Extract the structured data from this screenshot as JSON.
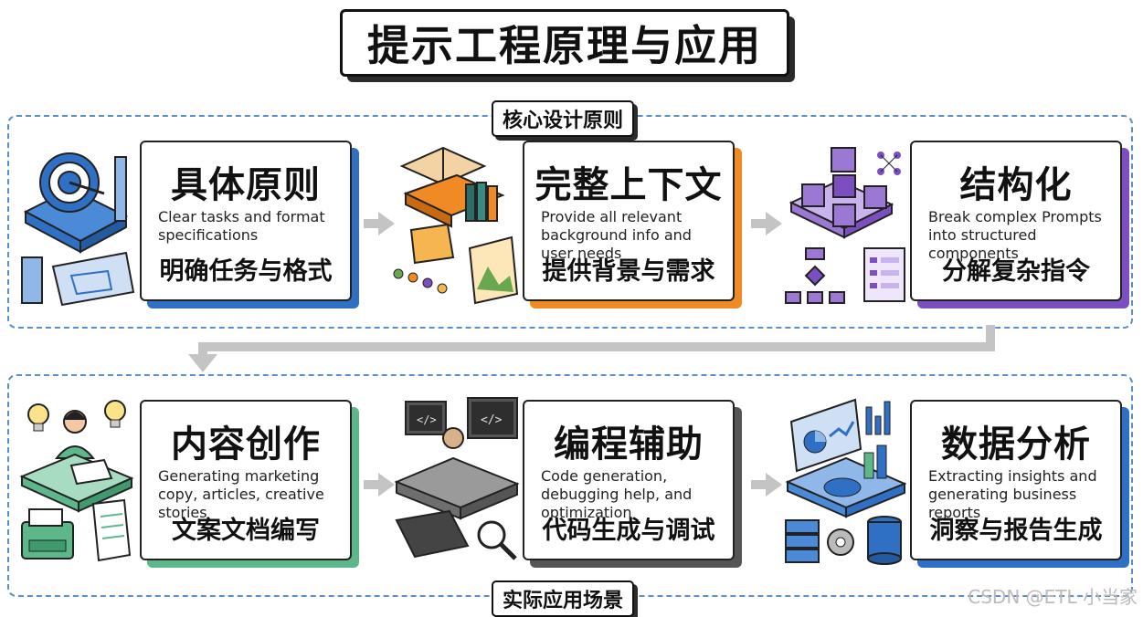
{
  "title": "提示工程原理与应用",
  "sections": {
    "top_label": "核心设计原则",
    "bottom_label": "实际应用场景"
  },
  "principles": [
    {
      "title": "具体原则",
      "desc": "Clear tasks and format specifications",
      "zh": "明确任务与格式",
      "accent": "#2f6fc4"
    },
    {
      "title": "完整上下文",
      "desc": "Provide all relevant background info and user needs",
      "zh": "提供背景与需求",
      "accent": "#f08a24"
    },
    {
      "title": "结构化",
      "desc": "Break complex Prompts into structured components",
      "zh": "分解复杂指令",
      "accent": "#7b4fc0"
    }
  ],
  "applications": [
    {
      "title": "内容创作",
      "desc": "Generating marketing copy, articles, creative stories",
      "zh": "文案文档编写",
      "accent": "#5cb88a"
    },
    {
      "title": "编程辅助",
      "desc": "Code generation, debugging help, and optimization",
      "zh": "代码生成与调试",
      "accent": "#555555"
    },
    {
      "title": "数据分析",
      "desc": "Extracting insights and generating business reports",
      "zh": "洞察与报告生成",
      "accent": "#2f6fc4"
    }
  ],
  "watermark": "CSDN @ETL 小当家",
  "colors": {
    "section_border": "#5b8fc7",
    "arrow": "#c4c4c4"
  }
}
